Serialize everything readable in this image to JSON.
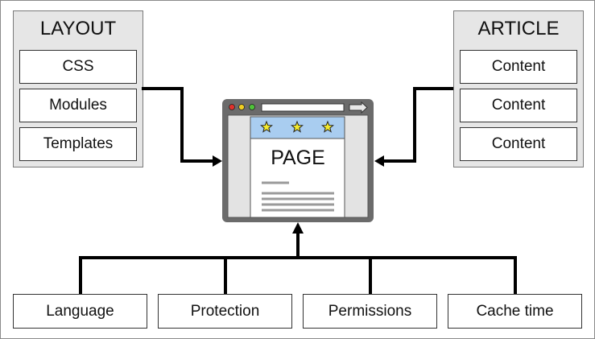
{
  "layout": {
    "title": "LAYOUT",
    "items": [
      "CSS",
      "Modules",
      "Templates"
    ]
  },
  "article": {
    "title": "ARTICLE",
    "items": [
      "Content",
      "Content",
      "Content"
    ]
  },
  "page": {
    "label": "PAGE",
    "star_count": 3
  },
  "bottom_items": [
    "Language",
    "Protection",
    "Permissions",
    "Cache time"
  ],
  "colors": {
    "panel_bg": "#e6e6e6",
    "browser_frame": "#6b6b6b",
    "page_banner": "#a9cdf0",
    "star_fill": "#f4ea2c",
    "dot_red": "#e0312b",
    "dot_yellow": "#f1cf21",
    "dot_green": "#4fc339"
  }
}
